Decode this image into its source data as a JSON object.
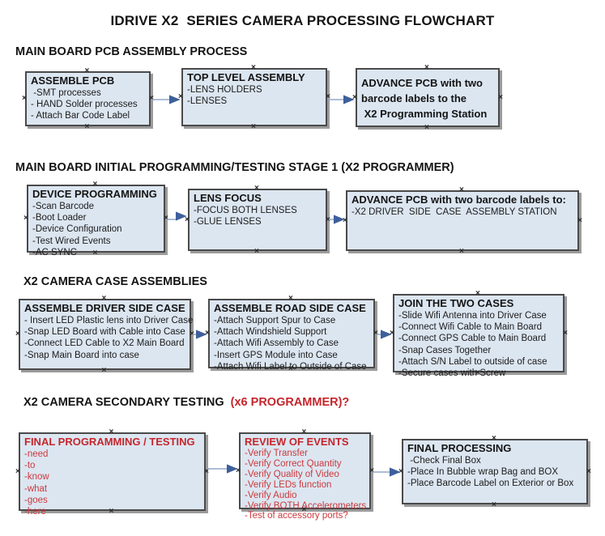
{
  "title": "IDRIVE X2  SERIES CAMERA PROCESSING FLOWCHART",
  "glyphs": {
    "anchor": "×"
  },
  "colors": {
    "box_fill": "#dce6f1",
    "box_border": "#4a4a4a",
    "box_shadow": "#9b9b9b",
    "red_title": "#c5262c",
    "red_item": "#cb393d",
    "arrow_line": "#92a9c8",
    "arrow_head": "#3e5f9b"
  },
  "sections": [
    {
      "heading": "MAIN BOARD PCB ASSEMBLY PROCESS",
      "boxes": [
        {
          "title": "ASSEMBLE PCB",
          "items": [
            " -SMT processes",
            "- HAND Solder processes",
            "- Attach Bar Code Label"
          ]
        },
        {
          "title": "TOP LEVEL ASSEMBLY",
          "items": [
            "-LENS HOLDERS",
            "-LENSES"
          ]
        },
        {
          "title": "ADVANCE PCB with two\nbarcode labels to the\n X2 Programming Station",
          "items": []
        }
      ]
    },
    {
      "heading": "MAIN BOARD INITIAL PROGRAMMING/TESTING STAGE 1 (X2 PROGRAMMER)",
      "boxes": [
        {
          "title": "DEVICE PROGRAMMING",
          "items": [
            "-Scan Barcode",
            "-Boot Loader",
            "-Device Configuration",
            "-Test Wired Events",
            "-AC SYNC"
          ]
        },
        {
          "title": "LENS FOCUS",
          "items": [
            "-FOCUS BOTH LENSES",
            "-GLUE LENSES"
          ]
        },
        {
          "title": "ADVANCE PCB with two barcode labels to:",
          "items": [
            "-X2 DRIVER  SIDE  CASE  ASSEMBLY STATION"
          ]
        }
      ]
    },
    {
      "heading": "X2 CAMERA CASE ASSEMBLIES",
      "boxes": [
        {
          "title": "ASSEMBLE DRIVER SIDE CASE",
          "items": [
            "- Insert LED Plastic lens into Driver Case",
            "-Snap LED Board with Cable into Case",
            "-Connect LED Cable to X2 Main Board",
            "-Snap Main Board into case"
          ]
        },
        {
          "title": "ASSEMBLE ROAD SIDE CASE",
          "items": [
            "-Attach Support Spur to Case",
            "-Attach Windshield Support",
            "-Attach Wifi Assembly to Case",
            "-Insert GPS Module into Case",
            "-Attach Wifi Label to Outside of Case"
          ]
        },
        {
          "title": "JOIN THE TWO CASES",
          "items": [
            "-Slide Wifi Antenna into Driver Case",
            "-Connect Wifi Cable to Main Board",
            "-Connect GPS Cable to Main Board",
            "-Snap Cases Together",
            "-Attach S/N Label to outside of case",
            "-Secure cases with Screw"
          ]
        }
      ]
    },
    {
      "heading": "X2 CAMERA SECONDARY TESTING ",
      "heading_red": " (x6 PROGRAMMER)?",
      "boxes": [
        {
          "title": "FINAL PROGRAMMING / TESTING",
          "items": [
            "-need",
            "-to",
            "-know",
            "-what",
            "-goes",
            "-here"
          ]
        },
        {
          "title": "REVIEW OF EVENTS",
          "items": [
            "-Verify Transfer",
            "-Verify Correct Quantity",
            "-Verify Quality of Video",
            "-Verify LEDs function",
            "-Verify Audio",
            "-Verify BOTH Accelerometers",
            "-Test of accessory ports?"
          ]
        },
        {
          "title": "FINAL PROCESSING",
          "items": [
            " -Check Final Box",
            "-Place In Bubble wrap Bag and BOX",
            "-Place Barcode Label on Exterior or Box"
          ]
        }
      ]
    }
  ]
}
